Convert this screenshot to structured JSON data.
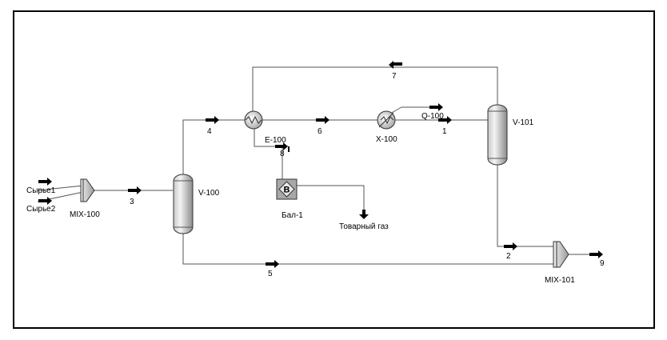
{
  "units": {
    "mixer1": "MIX-100",
    "mixer2": "MIX-101",
    "vessel1": "V-100",
    "vessel2": "V-101",
    "exchanger": "E-100",
    "cooler": "X-100",
    "balance": "Бал-1",
    "energy": "Q-100"
  },
  "streams": {
    "feed1": "Сырье1",
    "feed2": "Сырье2",
    "s1": "1",
    "s2": "2",
    "s3": "3",
    "s4": "4",
    "s5": "5",
    "s6": "6",
    "s7": "7",
    "s8": "8",
    "s9": "9",
    "product_gas": "Товарный газ"
  },
  "balance_symbol": "B",
  "colors": {
    "frame": "#000000",
    "lines": "#555555",
    "vessel_light": "#f2f2f2",
    "vessel_dark": "#8c8c8c",
    "balance_block": "#a8a8a8"
  }
}
